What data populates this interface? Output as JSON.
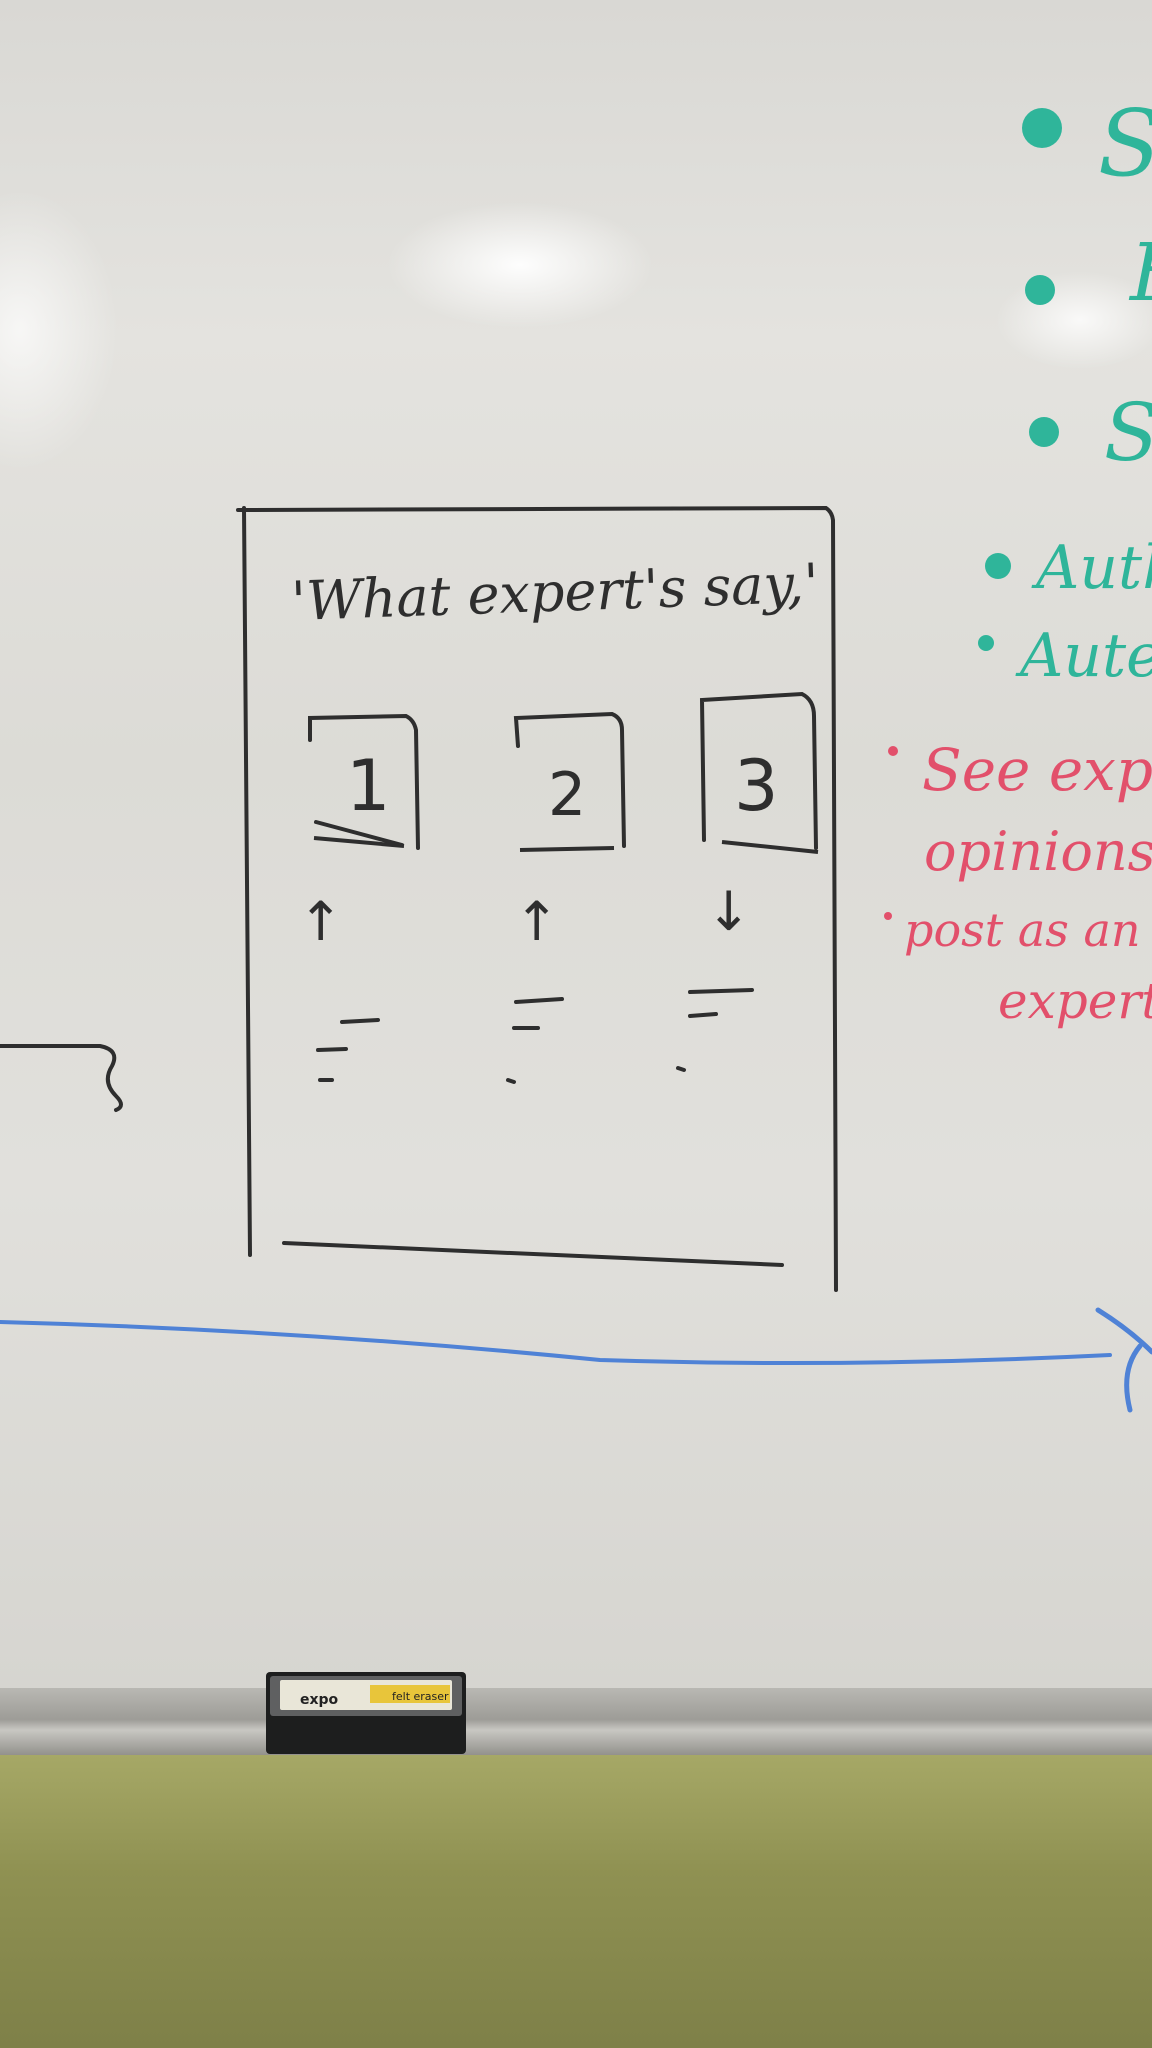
{
  "board": {
    "sketch": {
      "title": "'What expert's say,'",
      "cards": [
        {
          "number": "1",
          "arrow": "↑"
        },
        {
          "number": "2",
          "arrow": "↑"
        },
        {
          "number": "3",
          "arrow": "↓"
        }
      ]
    },
    "teal_bullets": [
      "Sc",
      "F",
      "S",
      "Autho",
      "Auten"
    ],
    "red_notes": [
      "See expe",
      "opinions",
      "post as an",
      "expert"
    ]
  },
  "eraser": {
    "label_top": "felt eraser",
    "label_brand": "expo"
  },
  "colors": {
    "black_ink": "#2e2e2e",
    "teal_ink": "#2fb59a",
    "red_ink": "#e2506b",
    "blue_ink": "#4f82d6",
    "wall": "#8f9152"
  }
}
